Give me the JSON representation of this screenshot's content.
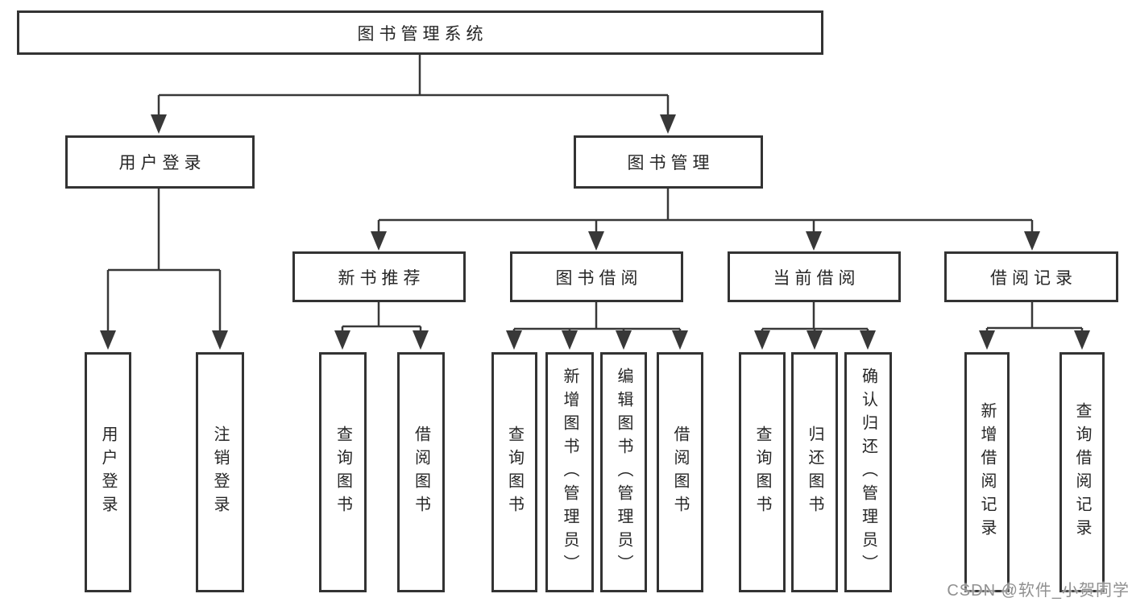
{
  "diagram": {
    "root": {
      "label": "图书管理系统"
    },
    "level2": [
      {
        "label": "用户登录"
      },
      {
        "label": "图书管理"
      }
    ],
    "level3": [
      {
        "label": "新书推荐"
      },
      {
        "label": "图书借阅"
      },
      {
        "label": "当前借阅"
      },
      {
        "label": "借阅记录"
      }
    ],
    "leaves": [
      {
        "label": "用户登录"
      },
      {
        "label": "注销登录"
      },
      {
        "label": "查询图书"
      },
      {
        "label": "借阅图书"
      },
      {
        "label": "查询图书"
      },
      {
        "label": "新增图书（管理员）"
      },
      {
        "label": "编辑图书（管理员）"
      },
      {
        "label": "借阅图书"
      },
      {
        "label": "查询图书"
      },
      {
        "label": "归还图书"
      },
      {
        "label": "确认归还（管理员）"
      },
      {
        "label": "新增借阅记录"
      },
      {
        "label": "查询借阅记录"
      }
    ]
  },
  "watermark": {
    "text": "CSDN @软件_小贺同学"
  },
  "colors": {
    "line": "#383838",
    "box_border": "#333333",
    "text": "#262626",
    "background": "#ffffff",
    "watermark": "#909090"
  }
}
